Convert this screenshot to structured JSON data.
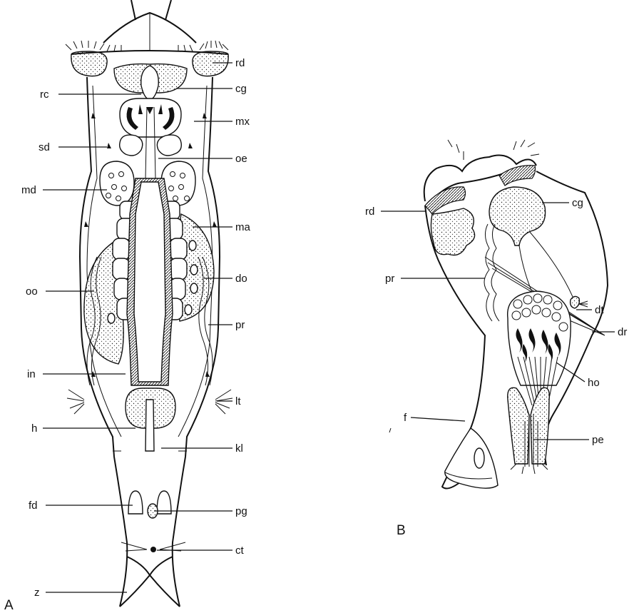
{
  "panels": {
    "A": {
      "letter": "A",
      "labels": {
        "rd": "rd",
        "rc": "rc",
        "cg": "cg",
        "mx": "mx",
        "sd": "sd",
        "oe": "oe",
        "md": "md",
        "ma": "ma",
        "do": "do",
        "oo": "oo",
        "pr": "pr",
        "in": "in",
        "lt": "lt",
        "h": "h",
        "kl": "kl",
        "fd": "fd",
        "pg": "pg",
        "ct": "ct",
        "z": "z"
      }
    },
    "B": {
      "letter": "B",
      "labels": {
        "rd": "rd",
        "cg": "cg",
        "dt": "dt",
        "pr": "pr",
        "dr": "dr",
        "ho": "ho",
        "f": "f",
        "pe": "pe"
      }
    }
  }
}
